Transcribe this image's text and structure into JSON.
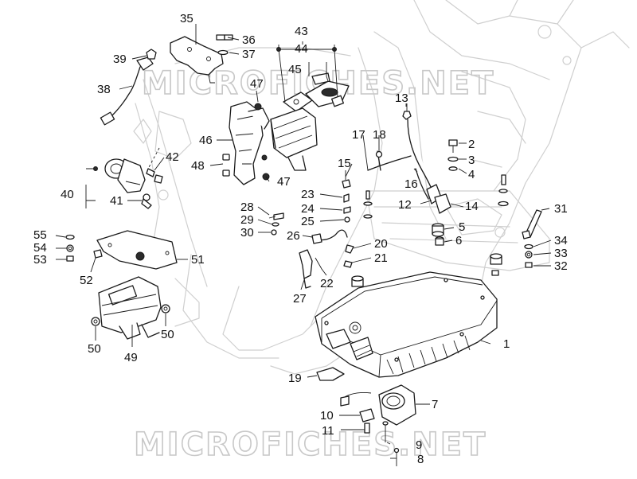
{
  "watermark": "MICROFICHES.NET",
  "callouts": [
    {
      "id": "1",
      "text": "1"
    },
    {
      "id": "2",
      "text": "2"
    },
    {
      "id": "3",
      "text": "3"
    },
    {
      "id": "4",
      "text": "4"
    },
    {
      "id": "5",
      "text": "5"
    },
    {
      "id": "6",
      "text": "6"
    },
    {
      "id": "7",
      "text": "7"
    },
    {
      "id": "8",
      "text": "8"
    },
    {
      "id": "9",
      "text": "9"
    },
    {
      "id": "10",
      "text": "10"
    },
    {
      "id": "11",
      "text": "11"
    },
    {
      "id": "12",
      "text": "12"
    },
    {
      "id": "13",
      "text": "13"
    },
    {
      "id": "14",
      "text": "14"
    },
    {
      "id": "15",
      "text": "15"
    },
    {
      "id": "16",
      "text": "16"
    },
    {
      "id": "17",
      "text": "17"
    },
    {
      "id": "18",
      "text": "18"
    },
    {
      "id": "19",
      "text": "19"
    },
    {
      "id": "20",
      "text": "20"
    },
    {
      "id": "21",
      "text": "21"
    },
    {
      "id": "22",
      "text": "22"
    },
    {
      "id": "23",
      "text": "23"
    },
    {
      "id": "24",
      "text": "24"
    },
    {
      "id": "25",
      "text": "25"
    },
    {
      "id": "26",
      "text": "26"
    },
    {
      "id": "27",
      "text": "27"
    },
    {
      "id": "28",
      "text": "28"
    },
    {
      "id": "29",
      "text": "29"
    },
    {
      "id": "30",
      "text": "30"
    },
    {
      "id": "31",
      "text": "31"
    },
    {
      "id": "32",
      "text": "32"
    },
    {
      "id": "33",
      "text": "33"
    },
    {
      "id": "34",
      "text": "34"
    },
    {
      "id": "35",
      "text": "35"
    },
    {
      "id": "36",
      "text": "36"
    },
    {
      "id": "37",
      "text": "37"
    },
    {
      "id": "38",
      "text": "38"
    },
    {
      "id": "39",
      "text": "39"
    },
    {
      "id": "40",
      "text": "40"
    },
    {
      "id": "41",
      "text": "41"
    },
    {
      "id": "42",
      "text": "42"
    },
    {
      "id": "43",
      "text": "43"
    },
    {
      "id": "44",
      "text": "44"
    },
    {
      "id": "45",
      "text": "45"
    },
    {
      "id": "46",
      "text": "46"
    },
    {
      "id": "47a",
      "text": "47"
    },
    {
      "id": "47b",
      "text": "47"
    },
    {
      "id": "48",
      "text": "48"
    },
    {
      "id": "49",
      "text": "49"
    },
    {
      "id": "50a",
      "text": "50"
    },
    {
      "id": "50b",
      "text": "50"
    },
    {
      "id": "51",
      "text": "51"
    },
    {
      "id": "52",
      "text": "52"
    },
    {
      "id": "53",
      "text": "53"
    },
    {
      "id": "54",
      "text": "54"
    },
    {
      "id": "55",
      "text": "55"
    }
  ]
}
